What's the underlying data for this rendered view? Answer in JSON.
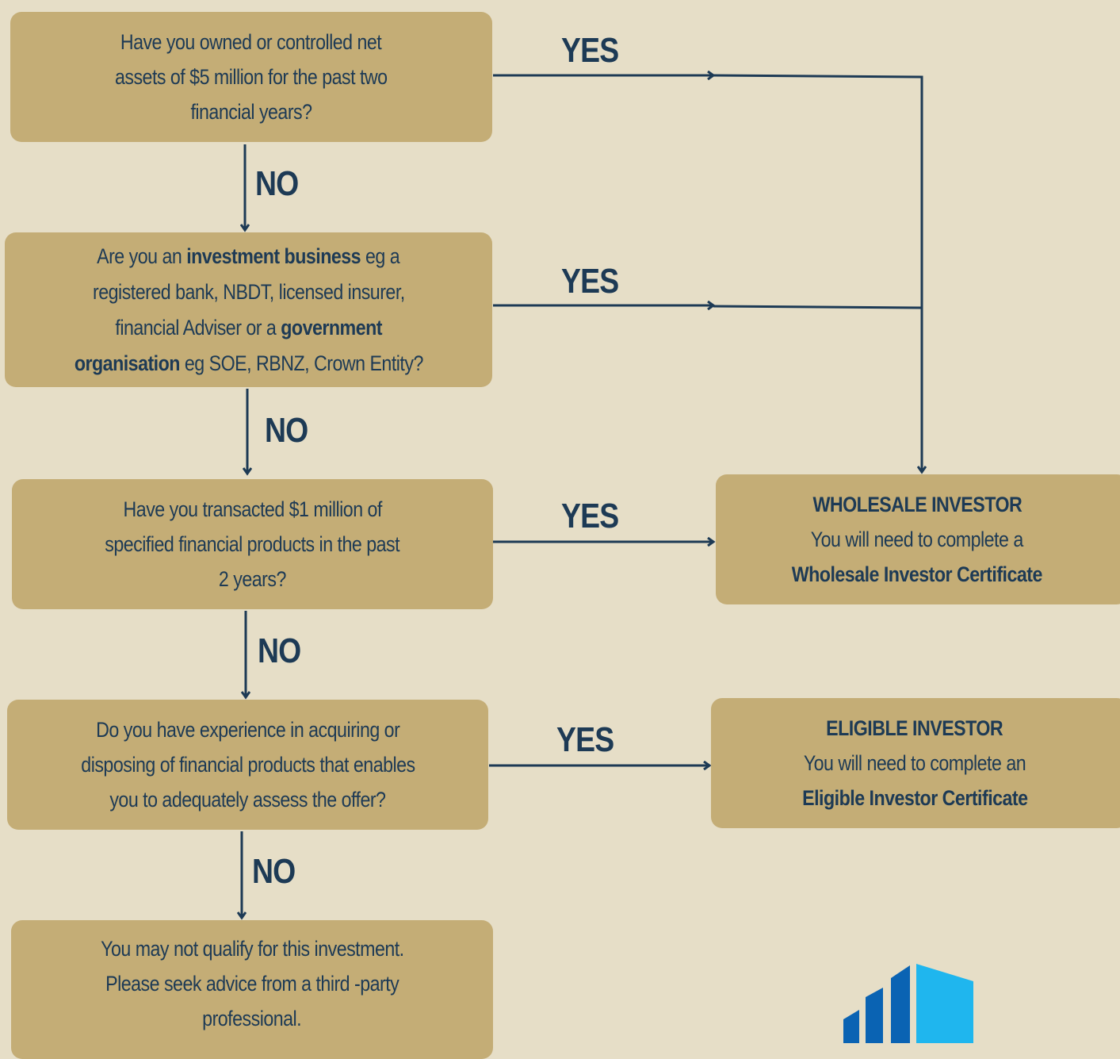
{
  "q1": {
    "lines": [
      "Have you owned or controlled net",
      "assets of $5 million for the past two",
      "financial years?"
    ]
  },
  "q2": {
    "l1_a": "Are you an ",
    "l1_b": "investment business",
    "l1_c": " eg a",
    "l2": "registered bank, NBDT, licensed insurer,",
    "l3_a": "financial Adviser or a ",
    "l3_b": "government",
    "l4_a": "organisation",
    "l4_b": " eg SOE, RBNZ, Crown Entity?"
  },
  "q3": {
    "lines": [
      "Have you transacted $1 million of",
      "specified financial products in the past",
      "2 years?"
    ]
  },
  "q4": {
    "lines": [
      "Do you have experience in acquiring or",
      "disposing of financial products that enables",
      "you to adequately assess the offer?"
    ]
  },
  "end": {
    "lines": [
      "You may not qualify for this investment.",
      "Please seek advice from a third -party",
      "professional."
    ]
  },
  "wholesale": {
    "title": "WHOLESALE INVESTOR",
    "line": "You will need to complete a",
    "cert": "Wholesale Investor Certificate"
  },
  "eligible": {
    "title": "ELIGIBLE INVESTOR",
    "line": "You will need to complete an",
    "cert": "Eligible Investor Certificate"
  },
  "labels": {
    "yes": "YES",
    "no": "NO"
  },
  "colors": {
    "background": "#e6dec7",
    "box": "#c4ad76",
    "ink": "#1d3a55",
    "logo_dark": "#0a63b3",
    "logo_light": "#1fb6ee"
  }
}
